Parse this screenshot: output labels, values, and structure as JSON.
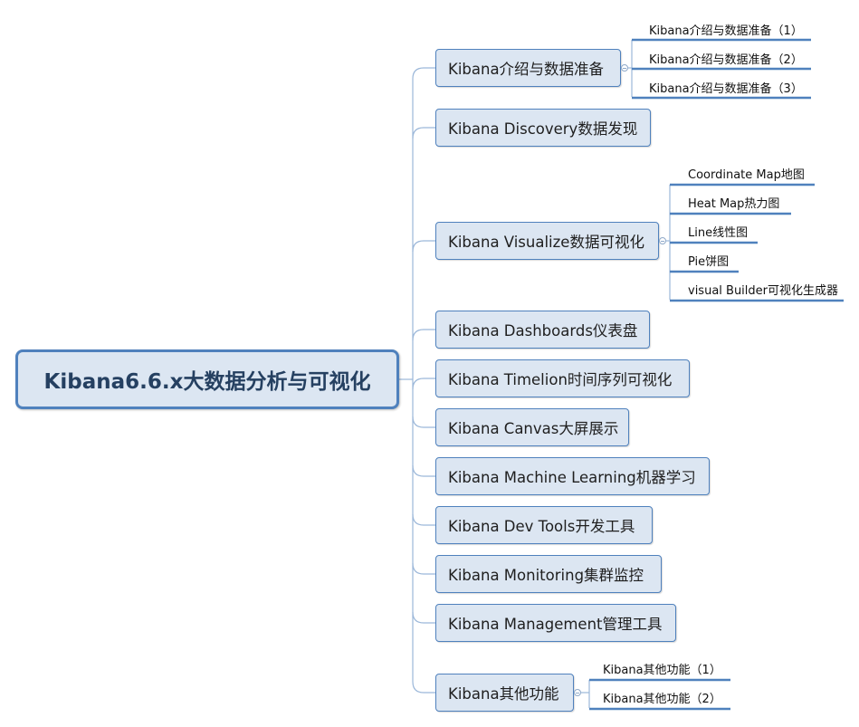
{
  "root": {
    "label": "Kibana6.6.x大数据分析与可视化"
  },
  "branches": [
    {
      "label": "Kibana介绍与数据准备",
      "children": [
        "Kibana介绍与数据准备（1）",
        "Kibana介绍与数据准备（2）",
        "Kibana介绍与数据准备（3）"
      ]
    },
    {
      "label": "Kibana Discovery数据发现",
      "children": []
    },
    {
      "label": "Kibana Visualize数据可视化",
      "children": [
        "Coordinate Map地图",
        "Heat Map热力图",
        "Line线性图",
        "Pie饼图",
        "visual Builder可视化生成器"
      ]
    },
    {
      "label": "Kibana Dashboards仪表盘",
      "children": []
    },
    {
      "label": "Kibana Timelion时间序列可视化",
      "children": []
    },
    {
      "label": "Kibana Canvas大屏展示",
      "children": []
    },
    {
      "label": "Kibana Machine Learning机器学习",
      "children": []
    },
    {
      "label": "Kibana Dev Tools开发工具",
      "children": []
    },
    {
      "label": "Kibana Monitoring集群监控",
      "children": []
    },
    {
      "label": "Kibana Management管理工具",
      "children": []
    },
    {
      "label": "Kibana其他功能",
      "children": [
        "Kibana其他功能（1）",
        "Kibana其他功能（2）"
      ]
    }
  ],
  "colors": {
    "accent": "#4f81bd",
    "node_fill": "#dce6f2",
    "root_text": "#254061",
    "connector": "#9bb7d9"
  }
}
